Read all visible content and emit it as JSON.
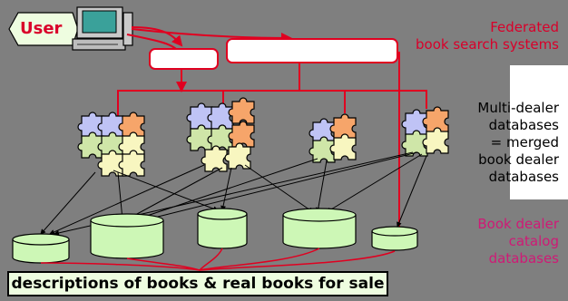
{
  "user_label": "User",
  "federated_lines": [
    "Federated",
    "book search systems"
  ],
  "multi_dealer_lines": [
    "Multi-dealer",
    "databases",
    "= merged",
    "book dealer",
    "databases"
  ],
  "catalog_lines": [
    "Book dealer",
    "catalog",
    "databases"
  ],
  "caption": "descriptions of books & real books for sale",
  "colors": {
    "background": "#7f7f7f",
    "red_connector": "#e00020",
    "catalog_text": "#cf1a76",
    "database_fill": "#cdf7b6",
    "puzzle_blue": "#bfc3f5",
    "puzzle_orange": "#f6a56a",
    "puzzle_green": "#cfe6a8",
    "puzzle_yellow": "#f8f6c0"
  }
}
